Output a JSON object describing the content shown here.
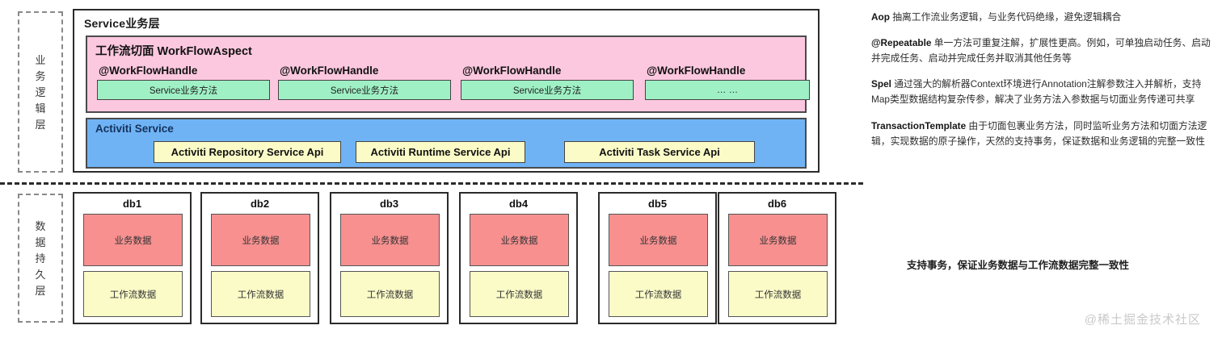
{
  "layers": {
    "business_label": "业务逻辑层",
    "persistence_label": "数据持久层"
  },
  "service_layer": {
    "title": "Service业务层",
    "workflow_aspect": {
      "title": "工作流切面 WorkFlowAspect",
      "handles": [
        {
          "annotation": "@WorkFlowHandle",
          "method": "Service业务方法"
        },
        {
          "annotation": "@WorkFlowHandle",
          "method": "Service业务方法"
        },
        {
          "annotation": "@WorkFlowHandle",
          "method": "Service业务方法"
        },
        {
          "annotation": "@WorkFlowHandle",
          "method": "… …"
        }
      ]
    },
    "activiti": {
      "title": "Activiti Service",
      "apis": [
        "Activiti Repository Service Api",
        "Activiti Runtime Service Api",
        "Activiti Task Service Api"
      ]
    }
  },
  "databases": [
    {
      "name": "db1",
      "business": "业务数据",
      "workflow": "工作流数据"
    },
    {
      "name": "db2",
      "business": "业务数据",
      "workflow": "工作流数据"
    },
    {
      "name": "db3",
      "business": "业务数据",
      "workflow": "工作流数据"
    },
    {
      "name": "db4",
      "business": "业务数据",
      "workflow": "工作流数据"
    },
    {
      "name": "db5",
      "business": "业务数据",
      "workflow": "工作流数据"
    },
    {
      "name": "db6",
      "business": "业务数据",
      "workflow": "工作流数据"
    }
  ],
  "notes": [
    {
      "term": "Aop",
      "text": " 抽离工作流业务逻辑，与业务代码绝缘，避免逻辑耦合"
    },
    {
      "term": "@Repeatable",
      "text": " 单一方法可重复注解，扩展性更高。例如，可单独启动任务、启动并完成任务、启动并完成任务并取消其他任务等"
    },
    {
      "term": "Spel",
      "text": " 通过强大的解析器Context环境进行Annotation注解参数注入并解析，支持Map类型数据结构复杂传参，解决了业务方法入参数据与切面业务传递可共享"
    },
    {
      "term": "TransactionTemplate",
      "text": " 由于切面包裹业务方法，同时监听业务方法和切面方法逻辑，实现数据的原子操作，天然的支持事务，保证数据和业务逻辑的完整一致性"
    }
  ],
  "bottom_note": "支持事务，保证业务数据与工作流数据完整一致性",
  "watermark": "@稀土掘金技术社区",
  "colors": {
    "pink": "#FCC8DF",
    "green": "#9FF0C5",
    "blue": "#6FB3F5",
    "yellow": "#FBFBC8",
    "red": "#F89090",
    "border": "#2b2b2b"
  }
}
